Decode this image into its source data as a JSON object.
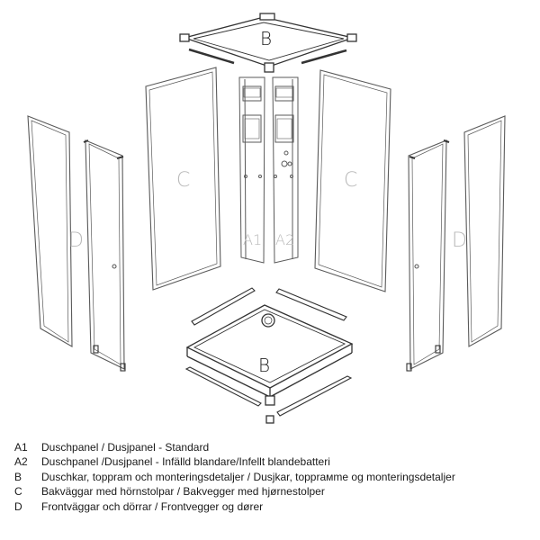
{
  "diagram": {
    "part_labels": {
      "top_frame": "B",
      "back_wall_left": "C",
      "back_wall_right": "C",
      "front_left": "D",
      "front_right": "D",
      "panel_a1": "A1",
      "panel_a2": "A2",
      "tray": "B"
    },
    "colors": {
      "line": "#5a5a5a",
      "dark": "#333333",
      "label": "#b9b9b9",
      "label_dark": "#222222"
    }
  },
  "legend": [
    {
      "code": "A1",
      "text": "Duschpanel / Dusjpanel - Standard"
    },
    {
      "code": "A2",
      "text": "Duschpanel /Dusjpanel - Infälld blandare/Infellt blandebatteri"
    },
    {
      "code": "B",
      "text": "Duschkar, toppram och monteringsdetaljer / Dusjkar, topprамme og monteringsdetaljer"
    },
    {
      "code": "C",
      "text": "Bakväggar med hörnstolpar / Bakvegger med hjørnestolper"
    },
    {
      "code": "D",
      "text": "Frontväggar och dörrar / Frontvegger og dører"
    }
  ]
}
